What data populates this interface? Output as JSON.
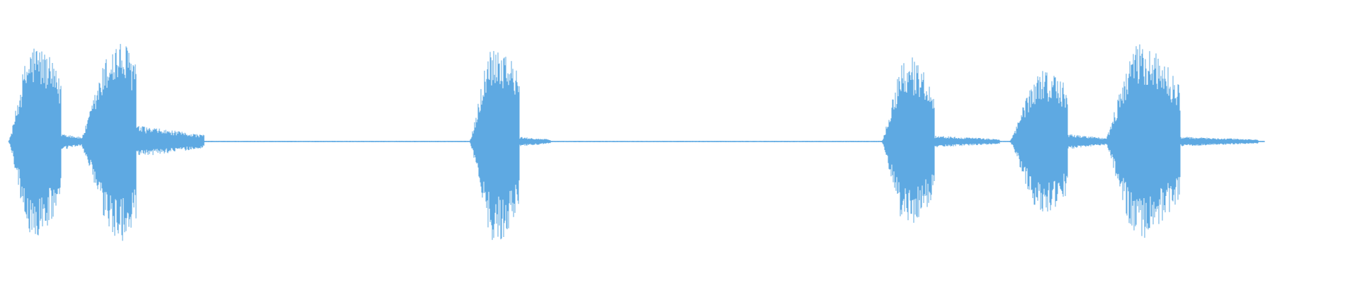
{
  "waveform": {
    "color": "#5ea9e2",
    "background": "#ffffff",
    "duration_fraction_with_audio": 0.93,
    "segments": [
      {
        "start": 0.006,
        "peak": 0.025,
        "end": 0.045,
        "amplitude": 0.94
      },
      {
        "start": 0.058,
        "peak": 0.087,
        "end": 0.1,
        "amplitude": 0.96
      },
      {
        "start": 0.345,
        "peak": 0.364,
        "end": 0.382,
        "amplitude": 0.96
      },
      {
        "start": 0.648,
        "peak": 0.667,
        "end": 0.687,
        "amplitude": 0.82
      },
      {
        "start": 0.742,
        "peak": 0.767,
        "end": 0.785,
        "amplitude": 0.7
      },
      {
        "start": 0.812,
        "peak": 0.838,
        "end": 0.868,
        "amplitude": 0.93
      }
    ],
    "tails": [
      {
        "start": 0.04,
        "end": 0.06,
        "amplitude": 0.1
      },
      {
        "start": 0.097,
        "end": 0.15,
        "amplitude": 0.16
      },
      {
        "start": 0.378,
        "end": 0.405,
        "amplitude": 0.05
      },
      {
        "start": 0.683,
        "end": 0.735,
        "amplitude": 0.06
      },
      {
        "start": 0.781,
        "end": 0.815,
        "amplitude": 0.08
      },
      {
        "start": 0.862,
        "end": 0.925,
        "amplitude": 0.05
      }
    ]
  }
}
